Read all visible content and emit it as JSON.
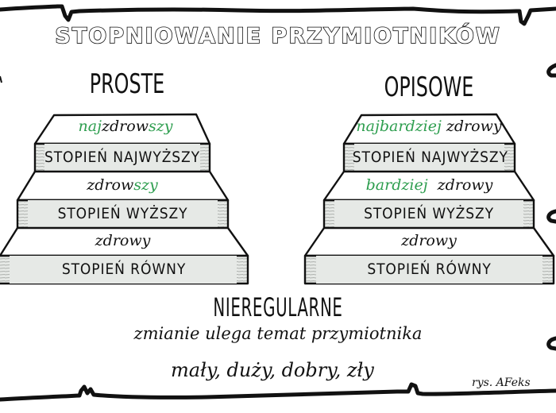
{
  "title": "STOPNIOWANIE PRZYMIOTNIKÓW",
  "colors": {
    "ink": "#111111",
    "accent_green": "#2e9e4f",
    "step_face": "#e6e9e6",
    "background": "#ffffff"
  },
  "columns": [
    {
      "heading": "PROSTE",
      "steps": [
        {
          "degree_label": "STOPIEŃ NAJWYŻSZY",
          "example_parts": [
            {
              "text": "naj",
              "accent": true
            },
            {
              "text": "zdrow",
              "accent": false
            },
            {
              "text": "szy",
              "accent": true
            }
          ]
        },
        {
          "degree_label": "STOPIEŃ WYŻSZY",
          "example_parts": [
            {
              "text": "zdrow",
              "accent": false
            },
            {
              "text": "szy",
              "accent": true
            }
          ]
        },
        {
          "degree_label": "STOPIEŃ RÓWNY",
          "example_parts": [
            {
              "text": "zdrowy",
              "accent": false
            }
          ]
        }
      ]
    },
    {
      "heading": "OPISOWE",
      "steps": [
        {
          "degree_label": "STOPIEŃ NAJWYŻSZY",
          "example_parts": [
            {
              "text": "najbardziej",
              "accent": true
            },
            {
              "text": " zdrowy",
              "accent": false
            }
          ]
        },
        {
          "degree_label": "STOPIEŃ WYŻSZY",
          "example_parts": [
            {
              "text": "bardziej",
              "accent": true
            },
            {
              "text": "  zdrowy",
              "accent": false
            }
          ]
        },
        {
          "degree_label": "STOPIEŃ RÓWNY",
          "example_parts": [
            {
              "text": "zdrowy",
              "accent": false
            }
          ]
        }
      ]
    }
  ],
  "irregular": {
    "heading": "NIEREGULARNE",
    "description": "zmianie ulega temat przymiotnika",
    "examples": "mały, duży, dobry, zły"
  },
  "signature": "rys. AFeks",
  "icons": [
    "hand-drawn-border",
    "staircase-left",
    "staircase-right"
  ]
}
